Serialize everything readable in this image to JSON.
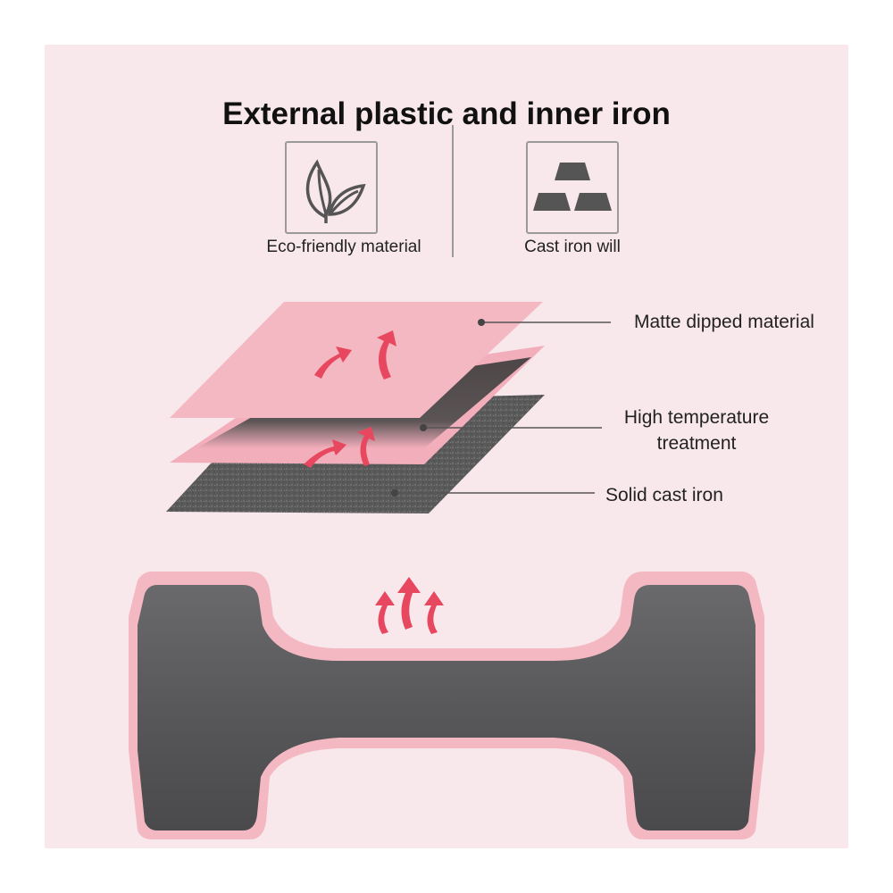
{
  "title": "External plastic and inner iron",
  "features": [
    {
      "label": "Eco-friendly material",
      "icon": "leaf-icon"
    },
    {
      "label": "Cast iron will",
      "icon": "iron-ingots-icon"
    }
  ],
  "layers": {
    "top": "Matte dipped material",
    "middle_line1": "High temperature",
    "middle_line2": "treatment",
    "bottom": "Solid cast iron"
  },
  "colors": {
    "panel": "#f8e8eb",
    "pink": "#f4b8c2",
    "iron": "#5b5b5d",
    "arrow": "#e8485f"
  }
}
